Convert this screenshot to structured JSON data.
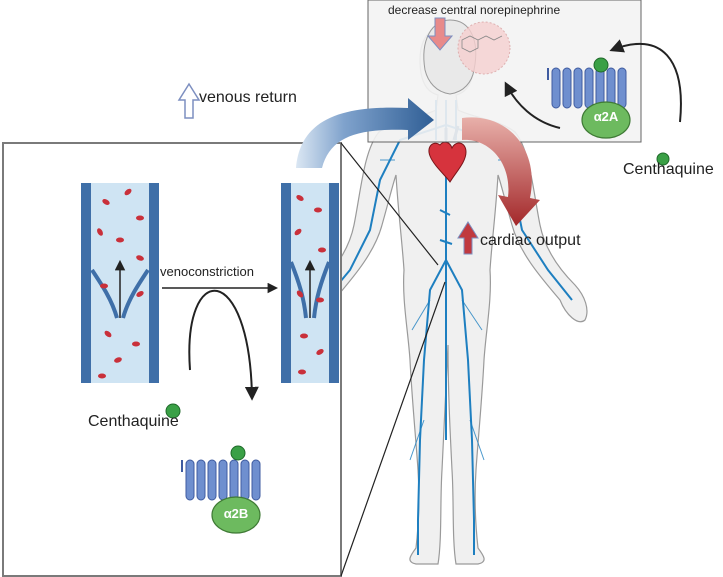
{
  "labels": {
    "venous_return": "venous return",
    "cardiac_output": "cardiac output",
    "centhaquine_left": "Centhaquine",
    "centhaquine_right": "Centhaquine",
    "venoconstriction": "venoconstriction",
    "decrease_norepinephrine": "decrease central norepinephrine"
  },
  "receptors": {
    "upper": "α2A",
    "lower": "α2B"
  },
  "colors": {
    "vein_blue": "#3f6fa8",
    "vein_fill": "#cfe4f3",
    "blood_cell": "#c9303a",
    "receptor_body": "#6f8fcf",
    "receptor_green": "#6dba5f",
    "ligand_green": "#3aa046",
    "arrow_blue": "#2f5e95",
    "arrow_red": "#a3282a",
    "heart_red": "#d6333d",
    "skin": "#f0f0f0",
    "vessel": "#1e7fc0"
  }
}
